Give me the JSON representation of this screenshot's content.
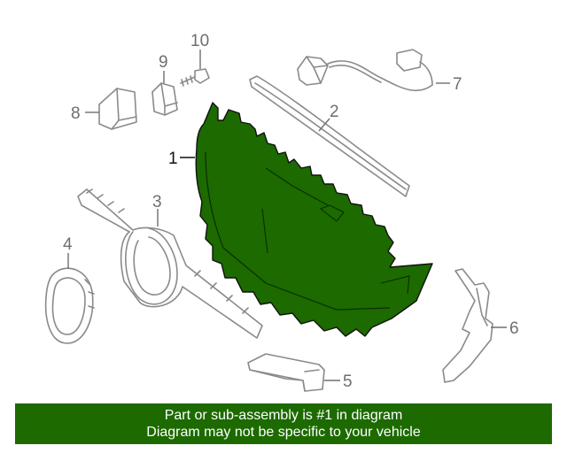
{
  "callouts": {
    "c1": "1",
    "c2": "2",
    "c3": "3",
    "c4": "4",
    "c5": "5",
    "c6": "6",
    "c7": "7",
    "c8": "8",
    "c9": "9",
    "c10": "10"
  },
  "banner": {
    "line1": "Part or sub-assembly is #1 in diagram",
    "line2": "Diagram may not be specific to your vehicle"
  },
  "colors": {
    "highlight": "#1c6a00",
    "outline": "#8a8a8a"
  }
}
